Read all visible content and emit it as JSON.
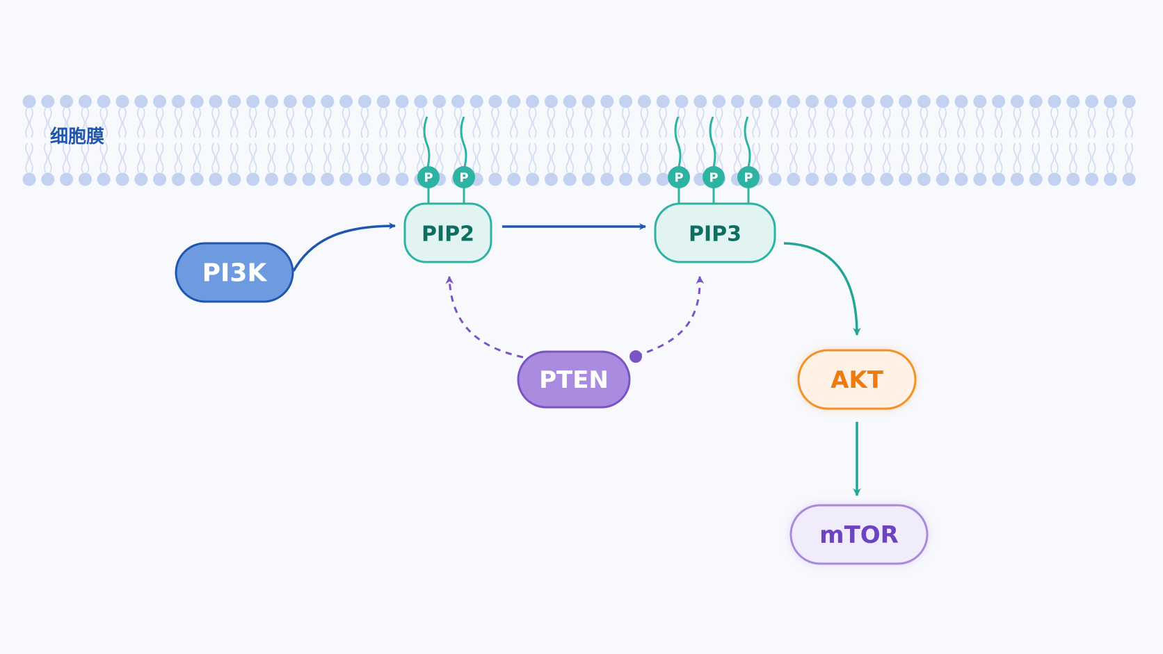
{
  "membrane": {
    "label": "细胞膜"
  },
  "phosphate": {
    "symbol": "P"
  },
  "nodes": {
    "pi3k": {
      "label": "PI3K"
    },
    "pip2": {
      "label": "PIP2"
    },
    "pip3": {
      "label": "PIP3"
    },
    "pten": {
      "label": "PTEN"
    },
    "akt": {
      "label": "AKT"
    },
    "mtor": {
      "label": "mTOR"
    }
  },
  "colors": {
    "background": "#f8f9fd",
    "membrane_head": "#c3d2f0",
    "membrane_tail": "#cfdbf1",
    "membrane_text": "#1e56b0",
    "pi3k_fill": "#6e9be0",
    "pi3k_stroke": "#1e56b0",
    "pip_fill": "#e1f4f1",
    "pip_stroke": "#2eb3a3",
    "pip_text": "#0f6e62",
    "phosphate": "#2eb3a3",
    "pten_fill": "#a98ce0",
    "pten_stroke": "#7b54c4",
    "akt_fill": "#fff1e4",
    "akt_stroke": "#f2902a",
    "akt_text": "#ec7c12",
    "mtor_fill": "#f1ecfb",
    "mtor_stroke": "#a98ad8",
    "mtor_text": "#6c44c0",
    "arrow_blue": "#1e56b0",
    "arrow_teal": "#23a596",
    "arrow_purple": "#7b54c4"
  }
}
